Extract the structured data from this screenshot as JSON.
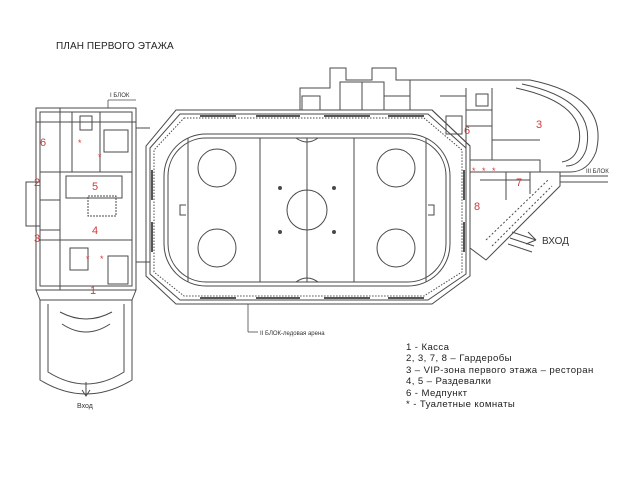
{
  "title": "ПЛАН ПЕРВОГО ЭТАЖА",
  "blocks": {
    "block1": "I БЛОК",
    "block2": "II БЛОК-ледовая арена",
    "block3": "III БЛОК"
  },
  "entrances": {
    "main": "ВХОД",
    "bottom": "Вход"
  },
  "room_numbers": {
    "n6": "6",
    "n2": "2",
    "n3a": "3",
    "n5": "5",
    "n4": "4",
    "n1": "1",
    "n3b": "3",
    "n7": "7",
    "n8": "8",
    "n6b": "6"
  },
  "toilet_mark": "*",
  "legend": [
    "1 - Касса",
    "2, 3, 7, 8 – Гардеробы",
    "3 – VIP-зона первого этажа – ресторан",
    "4, 5 – Раздевалки",
    "6 - Медпункт",
    "* - Туалетные комнаты"
  ],
  "colors": {
    "lines": "#4a4a4a",
    "numbers": "#d23a3a"
  }
}
